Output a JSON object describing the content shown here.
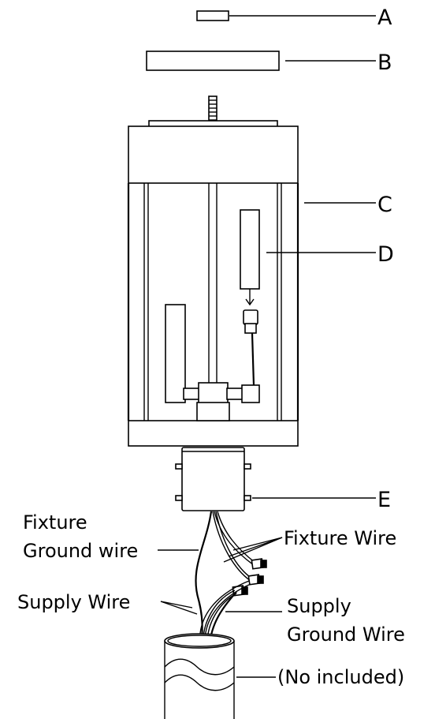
{
  "labels": {
    "a": "A",
    "b": "B",
    "c": "C",
    "d": "D",
    "e": "E"
  },
  "callouts": {
    "fixture_ground_1": "Fixture",
    "fixture_ground_2": "Ground wire",
    "fixture_wire": "Fixture  Wire",
    "supply_wire": "Supply   Wire",
    "supply_ground_1": "Supply",
    "supply_ground_2": "Ground  Wire",
    "not_included": "(No included)"
  }
}
